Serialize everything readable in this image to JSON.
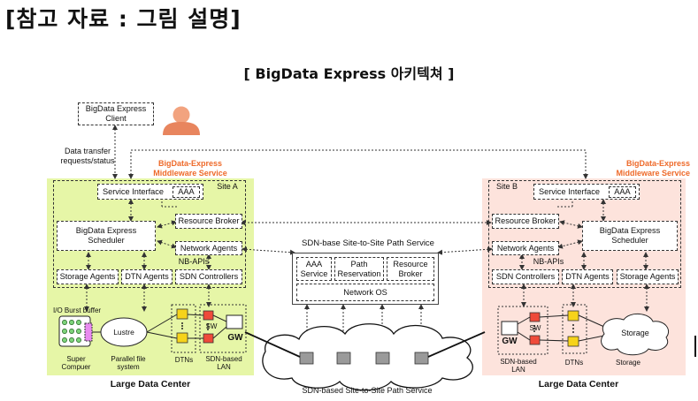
{
  "heading": "[참고 자료 : 그림 설명]",
  "subheading": "[ BigData Express 아키텍쳐 ]",
  "client": {
    "label": "BigData Express\nClient"
  },
  "requests_label": "Data transfer\nrequests/status",
  "site_a": {
    "middleware_label": "BigData-Express\nMiddleware Service",
    "site_label": "Site A",
    "service_interface": "Service Interface",
    "aaa": "AAA",
    "resource_broker": "Resource Broker",
    "scheduler": "BigData Express\nScheduler",
    "network_agents": "Network Agents",
    "nb_apis": "NB-APIs",
    "storage_agents": "Storage Agents",
    "dtn_agents": "DTN Agents",
    "sdn_controllers": "SDN Controllers",
    "io_burst": "I/O Burst buffer",
    "lustre": "Lustre",
    "sw": "SW",
    "gw": "GW",
    "super_computer": "Super\nCompuer",
    "parallel_fs": "Parallel file\nsystem",
    "dtns": "DTNs",
    "sdn_lan": "SDN-based\nLAN",
    "footer": "Large Data Center"
  },
  "site_b": {
    "middleware_label": "BigData-Express\nMiddleware Service",
    "site_label": "Site B",
    "service_interface": "Service Interface",
    "aaa": "AAA",
    "resource_broker": "Resource Broker",
    "scheduler": "BigData Express\nScheduler",
    "network_agents": "Network Agents",
    "nb_apis": "NB-APIs",
    "sdn_controllers": "SDN Controllers",
    "dtn_agents": "DTN Agents",
    "storage_agents": "Storage Agents",
    "sw": "SW",
    "gw": "GW",
    "storage": "Storage",
    "sdn_lan": "SDN-based\nLAN",
    "dtns": "DTNs",
    "storage_label": "Storage",
    "footer": "Large Data Center"
  },
  "center": {
    "title": "SDN-base Site-to-Site Path Service",
    "aaa_service": "AAA\nService",
    "path_reservation": "Path\nReservation",
    "resource_broker": "Resource\nBroker",
    "network_os": "Network OS",
    "cloud_label": "SDN-based Site-to-Site Path Service"
  },
  "colors": {
    "site_a_bg": "#e6f6a7",
    "site_b_bg": "#fde3dc",
    "accent_orange": "#ee6a2a",
    "dtn_yellow": "#f6d31a",
    "switch_red": "#ef4a3a",
    "node_gray": "#9a9a9a"
  }
}
